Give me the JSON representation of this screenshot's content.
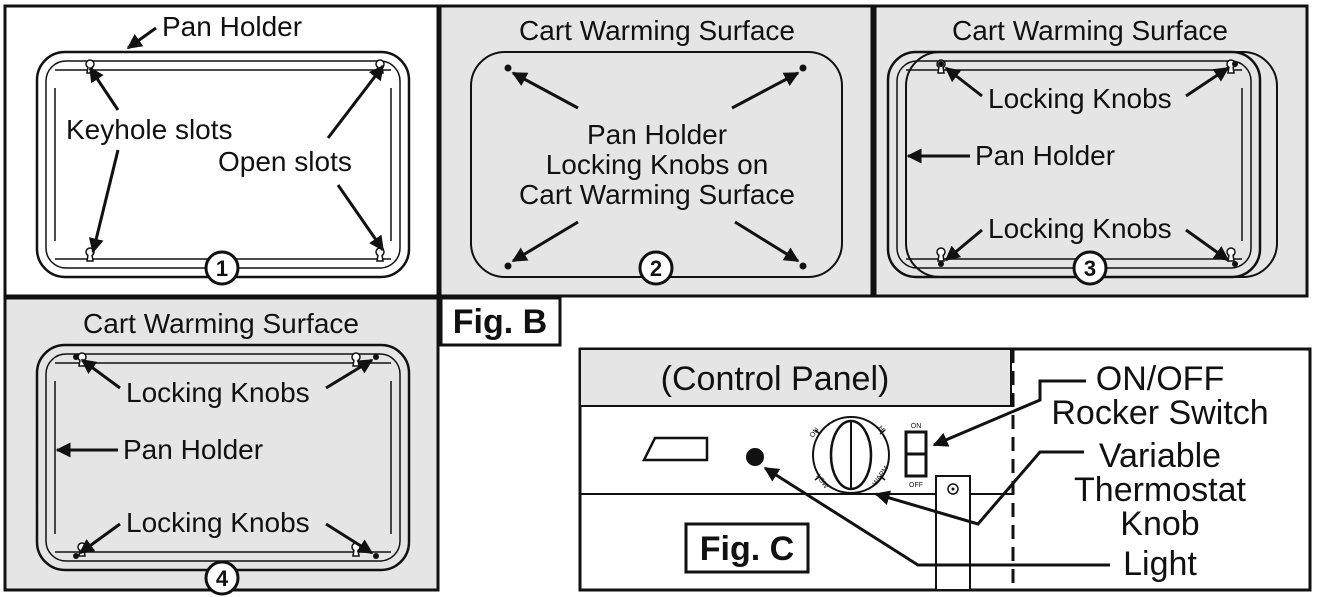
{
  "panel1": {
    "number": "1",
    "pan_holder": "Pan Holder",
    "keyhole_slots": "Keyhole slots",
    "open_slots": "Open slots"
  },
  "panel2": {
    "number": "2",
    "title": "Cart Warming Surface",
    "line1": "Pan Holder",
    "line2": "Locking Knobs on",
    "line3": "Cart Warming Surface"
  },
  "panel3": {
    "number": "3",
    "title": "Cart Warming Surface",
    "locking_knobs_top": "Locking Knobs",
    "pan_holder": "Pan Holder",
    "locking_knobs_bottom": "Locking Knobs"
  },
  "panel4": {
    "number": "4",
    "title": "Cart Warming Surface",
    "locking_knobs_top": "Locking Knobs",
    "pan_holder": "Pan Holder",
    "locking_knobs_bottom": "Locking Knobs"
  },
  "fig_b": "Fig. B",
  "fig_c": "Fig. C",
  "control_panel": {
    "title": "(Control Panel)",
    "switch_on": "ON",
    "switch_off": "OFF",
    "dial_on": "ON",
    "dial_hi": "HI",
    "dial_low": "LOW",
    "dial_warm": "WARM",
    "callout_switch_1": "ON/OFF",
    "callout_switch_2": "Rocker Switch",
    "callout_knob_1": "Variable",
    "callout_knob_2": "Thermostat",
    "callout_knob_3": "Knob",
    "callout_light": "Light"
  }
}
